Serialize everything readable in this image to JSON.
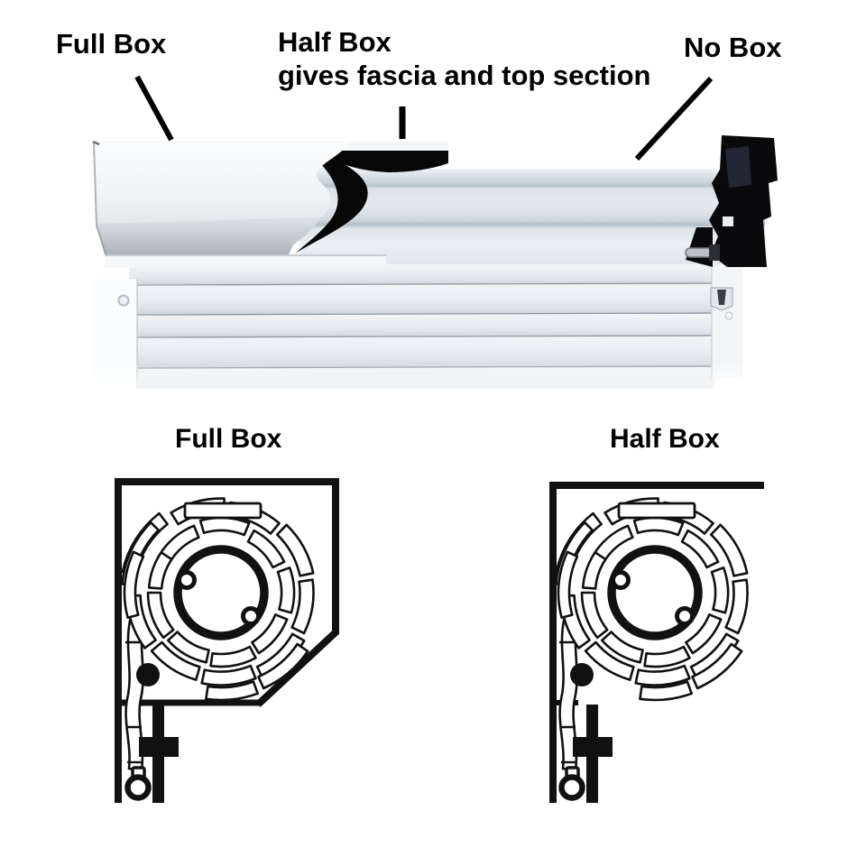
{
  "annotations": {
    "full_box": "Full Box",
    "half_box_line1": "Half Box",
    "half_box_line2": "gives fascia and top section",
    "no_box": "No Box"
  },
  "diagram_titles": {
    "full_box": "Full Box",
    "half_box": "Half Box"
  },
  "colors": {
    "ink": "#111111",
    "background": "#ffffff",
    "leader_line": "#000000",
    "metal_light": "#eef2f5",
    "metal_mid": "#cdd8e0",
    "metal_dark": "#aab6c0",
    "bracket_black": "#0a0a0c"
  }
}
